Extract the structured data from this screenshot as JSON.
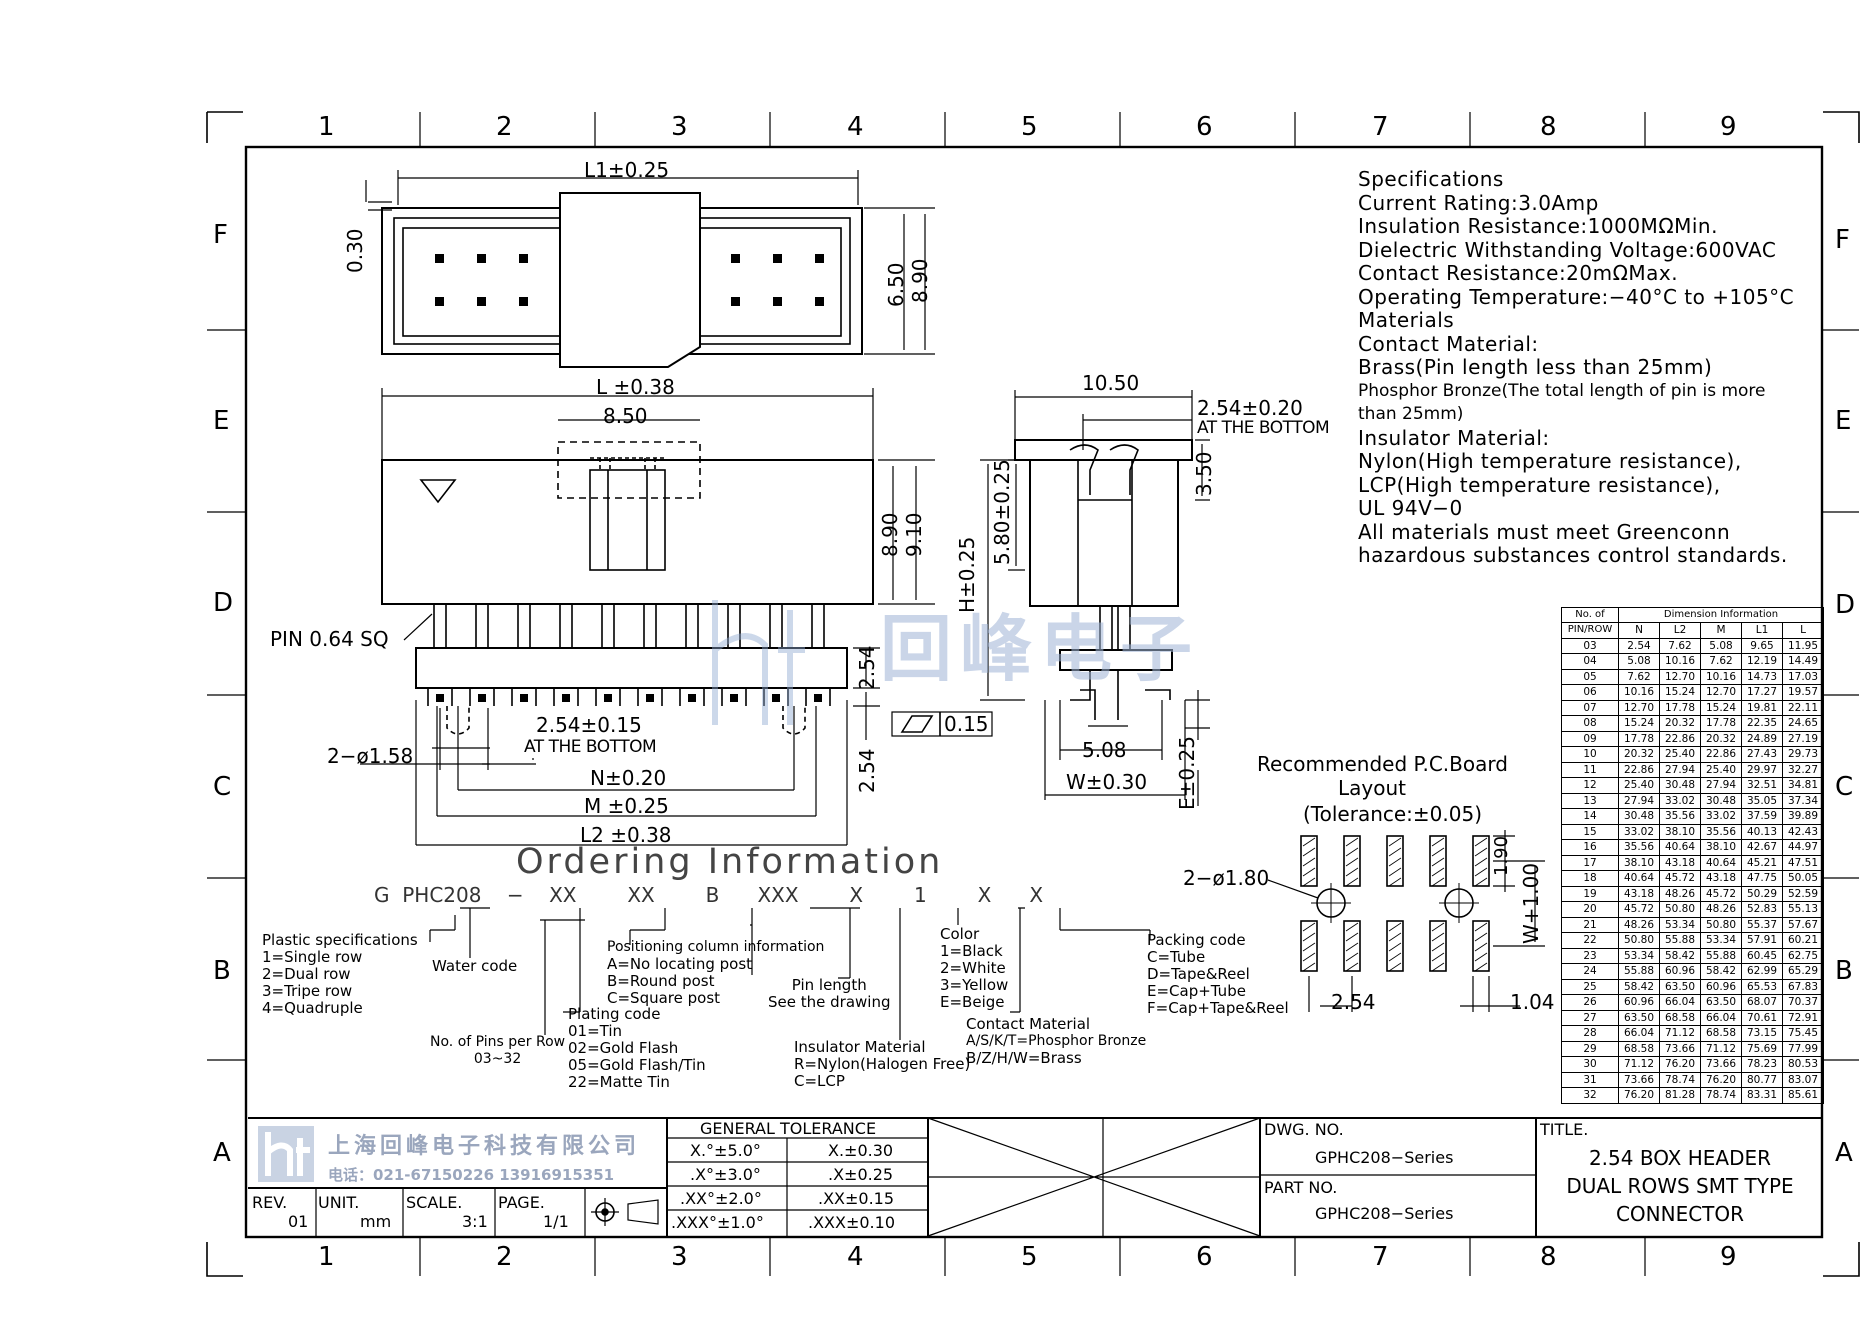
{
  "zones": {
    "columns": [
      "1",
      "2",
      "3",
      "4",
      "5",
      "6",
      "7",
      "8",
      "9"
    ],
    "rows": [
      "F",
      "E",
      "D",
      "C",
      "B",
      "A"
    ]
  },
  "specifications": [
    "Specifications",
    "Current  Rating:3.0Amp",
    "Insulation  Resistance:1000MΩMin.",
    "Dielectric  Withstanding  Voltage:600VAC",
    "Contact  Resistance:20mΩMax.",
    "Operating  Temperature:−40°C  to  +105°C",
    "Materials",
    "Contact  Material:",
    "Brass(Pin  length  less  than  25mm)",
    "Phosphor Bronze(The total length of pin is more",
    "than 25mm)",
    "Insulator  Material:",
    "Nylon(High  temperature  resistance),",
    "LCP(High  temperature  resistance),",
    "UL  94V−0",
    "All  materials  must  meet  Greenconn",
    "hazardous  substances  control  standards."
  ],
  "dimensions": {
    "l1": "L1±0.25",
    "d030": "0.30",
    "d650": "6.50",
    "d890_top": "8.90",
    "l": "L  ±0.38",
    "d850": "8.50",
    "d890_side": "8.90",
    "d910": "9.10",
    "pin": "PIN  0.64  SQ",
    "d254_upper": "2.54",
    "d254_lower": "2.54",
    "flat": "0.15",
    "pitch": "2.54±0.15",
    "at_bottom": "AT THE BOTTOM",
    "hole": "2−ø1.58",
    "n": "N±0.20",
    "m": "M  ±0.25",
    "l2": "L2  ±0.38",
    "d1050": "10.50",
    "d254_020": "2.54±0.20",
    "at_bottom2": "AT THE BOTTOM",
    "d350": "3.50",
    "d580": "5.80±0.25",
    "h": "H±0.25",
    "d508": "5.08",
    "w": "W±0.30",
    "e": "E±0.25"
  },
  "pcb": {
    "title1": "Recommended  P.C.Board",
    "title2": "Layout",
    "title3": "(Tolerance:±0.05)",
    "hole": "2−ø1.80",
    "d190": "1.90",
    "w100": "W+1.00",
    "pitch": "2.54",
    "d104": "1.04"
  },
  "ordering": {
    "title": "Ordering  Information",
    "code": "G  PHC208    −    XX        XX        B      XXX        X        1        X      X",
    "plastic": [
      "Plastic  specifications",
      "1=Single  row",
      "2=Dual  row",
      "3=Tripe  row",
      "4=Quadruple"
    ],
    "water": "Water  code",
    "pins": [
      "No.  of  Pins  per  Row",
      "03~32"
    ],
    "plating": [
      "Plating  code",
      "01=Tin",
      "02=Gold  Flash",
      "05=Gold  Flash/Tin",
      "22=Matte  Tin"
    ],
    "positioning": [
      "Positioning  column  information",
      "A=No  locating  post",
      "B=Round  post",
      "C=Square  post"
    ],
    "pinlen": [
      "Pin  length",
      "See  the  drawing"
    ],
    "insulator": [
      "Insulator  Material",
      "R=Nylon(Halogen  Free)",
      "C=LCP"
    ],
    "color": [
      "Color",
      "1=Black",
      "2=White",
      "3=Yellow",
      "E=Beige"
    ],
    "contact": [
      "Contact  Material",
      "A/S/K/T=Phosphor  Bronze",
      "B/Z/H/W=Brass"
    ],
    "packing": [
      "Packing  code",
      "C=Tube",
      "D=Tape&Reel",
      "E=Cap+Tube",
      "F=Cap+Tape&Reel"
    ]
  },
  "dim_table": {
    "header_top": "Dimension  Information",
    "header_left1": "No.  of",
    "header_left2": "PIN/ROW",
    "columns": [
      "N",
      "L2",
      "M",
      "L1",
      "L"
    ],
    "rows": [
      [
        "03",
        "2.54",
        "7.62",
        "5.08",
        "9.65",
        "11.95"
      ],
      [
        "04",
        "5.08",
        "10.16",
        "7.62",
        "12.19",
        "14.49"
      ],
      [
        "05",
        "7.62",
        "12.70",
        "10.16",
        "14.73",
        "17.03"
      ],
      [
        "06",
        "10.16",
        "15.24",
        "12.70",
        "17.27",
        "19.57"
      ],
      [
        "07",
        "12.70",
        "17.78",
        "15.24",
        "19.81",
        "22.11"
      ],
      [
        "08",
        "15.24",
        "20.32",
        "17.78",
        "22.35",
        "24.65"
      ],
      [
        "09",
        "17.78",
        "22.86",
        "20.32",
        "24.89",
        "27.19"
      ],
      [
        "10",
        "20.32",
        "25.40",
        "22.86",
        "27.43",
        "29.73"
      ],
      [
        "11",
        "22.86",
        "27.94",
        "25.40",
        "29.97",
        "32.27"
      ],
      [
        "12",
        "25.40",
        "30.48",
        "27.94",
        "32.51",
        "34.81"
      ],
      [
        "13",
        "27.94",
        "33.02",
        "30.48",
        "35.05",
        "37.34"
      ],
      [
        "14",
        "30.48",
        "35.56",
        "33.02",
        "37.59",
        "39.89"
      ],
      [
        "15",
        "33.02",
        "38.10",
        "35.56",
        "40.13",
        "42.43"
      ],
      [
        "16",
        "35.56",
        "40.64",
        "38.10",
        "42.67",
        "44.97"
      ],
      [
        "17",
        "38.10",
        "43.18",
        "40.64",
        "45.21",
        "47.51"
      ],
      [
        "18",
        "40.64",
        "45.72",
        "43.18",
        "47.75",
        "50.05"
      ],
      [
        "19",
        "43.18",
        "48.26",
        "45.72",
        "50.29",
        "52.59"
      ],
      [
        "20",
        "45.72",
        "50.80",
        "48.26",
        "52.83",
        "55.13"
      ],
      [
        "21",
        "48.26",
        "53.34",
        "50.80",
        "55.37",
        "57.67"
      ],
      [
        "22",
        "50.80",
        "55.88",
        "53.34",
        "57.91",
        "60.21"
      ],
      [
        "23",
        "53.34",
        "58.42",
        "55.88",
        "60.45",
        "62.75"
      ],
      [
        "24",
        "55.88",
        "60.96",
        "58.42",
        "62.99",
        "65.29"
      ],
      [
        "25",
        "58.42",
        "63.50",
        "60.96",
        "65.53",
        "67.83"
      ],
      [
        "26",
        "60.96",
        "66.04",
        "63.50",
        "68.07",
        "70.37"
      ],
      [
        "27",
        "63.50",
        "68.58",
        "66.04",
        "70.61",
        "72.91"
      ],
      [
        "28",
        "66.04",
        "71.12",
        "68.58",
        "73.15",
        "75.45"
      ],
      [
        "29",
        "68.58",
        "73.66",
        "71.12",
        "75.69",
        "77.99"
      ],
      [
        "30",
        "71.12",
        "76.20",
        "73.66",
        "78.23",
        "80.53"
      ],
      [
        "31",
        "73.66",
        "78.74",
        "76.20",
        "80.77",
        "83.07"
      ],
      [
        "32",
        "76.20",
        "81.28",
        "78.74",
        "83.31",
        "85.61"
      ]
    ]
  },
  "title_block": {
    "company": "上海回峰电子科技有限公司",
    "phone": "电话：021-67150226  13916915351",
    "rev_label": "REV.",
    "rev": "01",
    "unit_label": "UNIT.",
    "unit": "mm",
    "scale_label": "SCALE.",
    "scale": "3:1",
    "page_label": "PAGE.",
    "page": "1/1",
    "tol_title": "GENERAL  TOLERANCE",
    "tol_rows": [
      [
        "X.°±5.0°",
        "X.±0.30"
      ],
      [
        ".X°±3.0°",
        ".X±0.25"
      ],
      [
        ".XX°±2.0°",
        ".XX±0.15"
      ],
      [
        ".XXX°±1.0°",
        ".XXX±0.10"
      ]
    ],
    "dwg_label": "DWG.  NO.",
    "dwg": "GPHC208−Series",
    "part_label": "PART  NO.",
    "part": "GPHC208−Series",
    "title_label": "TITLE.",
    "title": [
      "2.54  BOX  HEADER",
      "DUAL  ROWS  SMT  TYPE",
      "CONNECTOR"
    ]
  },
  "watermark": "回峰电子"
}
